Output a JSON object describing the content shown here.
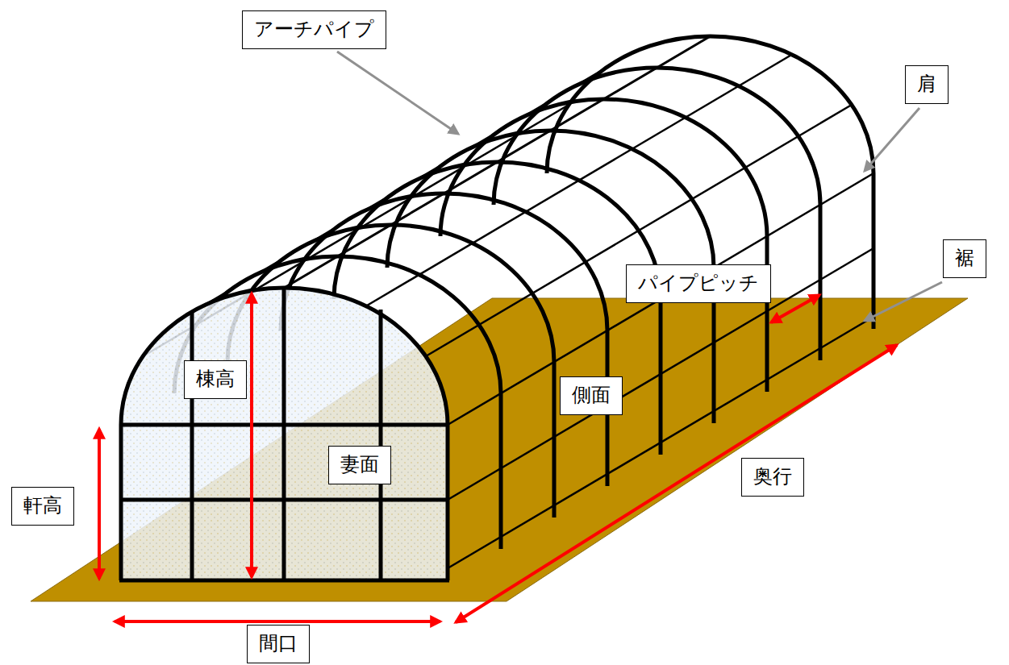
{
  "diagram": {
    "nodes": [
      {
        "text": [
          "アーチパイプ"
        ]
      },
      {
        "text": [
          "肩"
        ]
      },
      {
        "text": [
          "裾"
        ]
      },
      {
        "text": [
          "パイプピッチ"
        ]
      },
      {
        "text": [
          "棟高"
        ]
      },
      {
        "text": [
          "側面"
        ]
      },
      {
        "text": [
          "妻面"
        ]
      },
      {
        "text": [
          "軒高"
        ]
      },
      {
        "text": [
          "奥行"
        ]
      },
      {
        "text": [
          "間口"
        ]
      }
    ]
  }
}
